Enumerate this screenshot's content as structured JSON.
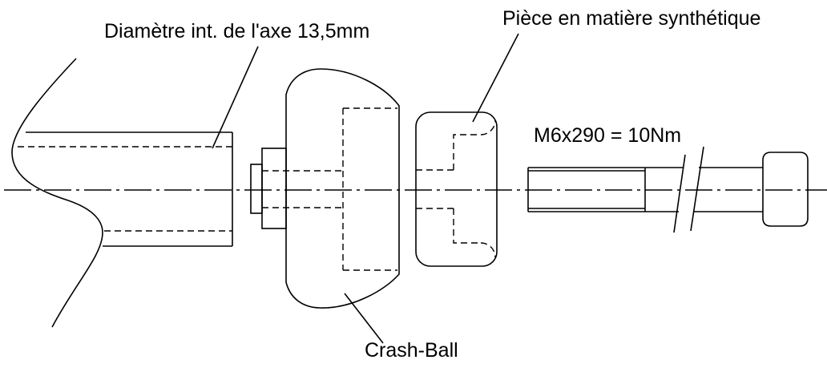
{
  "labels": {
    "axle_diameter": "Diamètre int. de l'axe 13,5mm",
    "synthetic_part": "Pièce en matière synthétique",
    "bolt_spec": "M6x290 = 10Nm",
    "crash_ball": "Crash-Ball"
  }
}
